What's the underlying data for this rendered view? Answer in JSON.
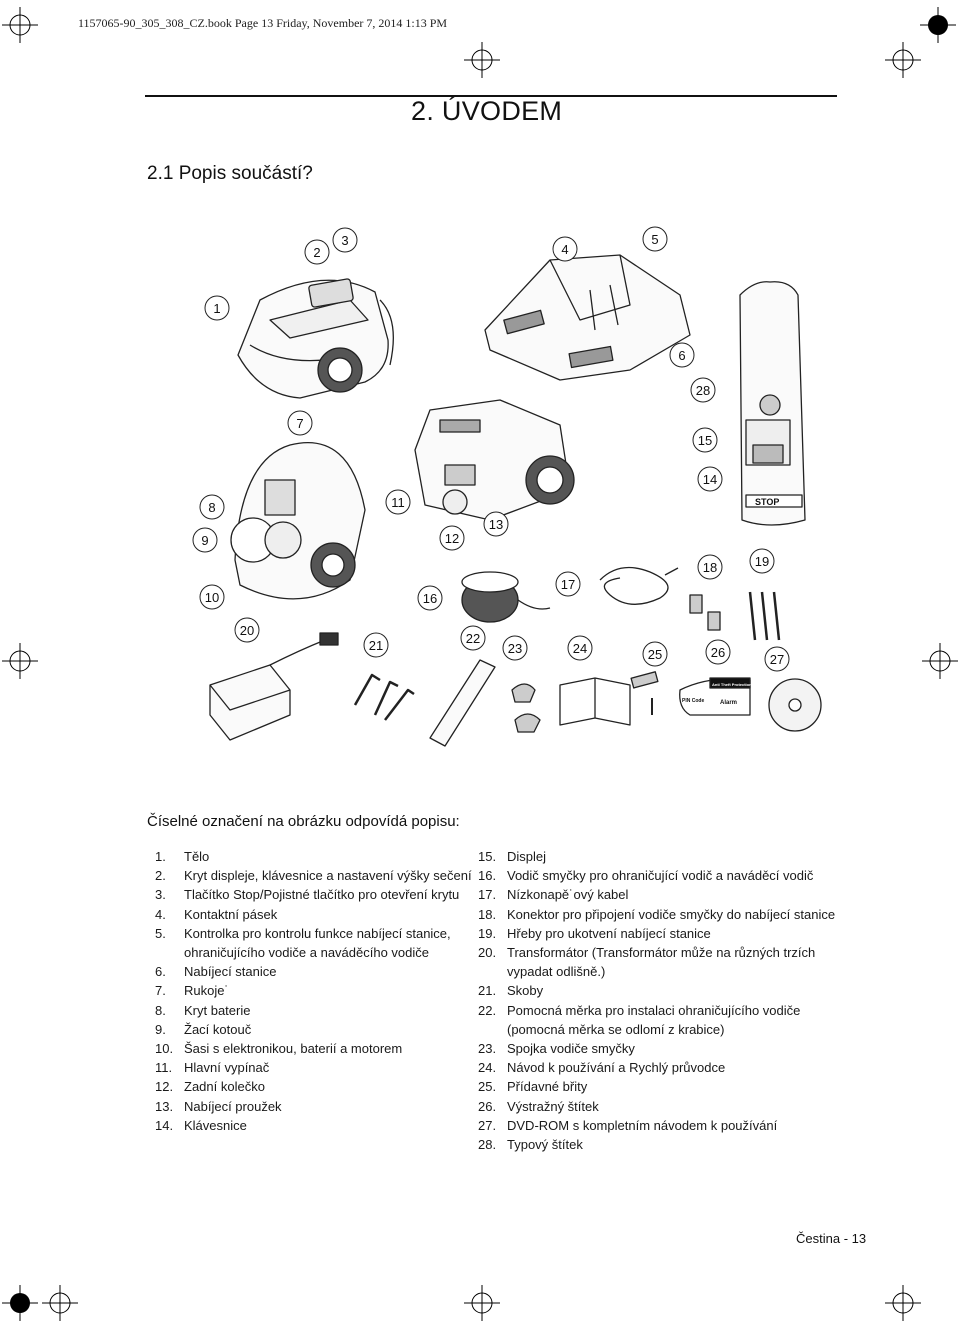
{
  "header": {
    "book_line": "1157065-90_305_308_CZ.book  Page 13  Friday, November 7, 2014  1:13 PM"
  },
  "chapter_title": "2. ÚVODEM",
  "section_title": "2.1 Popis součástí?",
  "figure": {
    "callouts": [
      "1",
      "2",
      "3",
      "4",
      "5",
      "6",
      "7",
      "8",
      "9",
      "10",
      "11",
      "12",
      "13",
      "14",
      "15",
      "16",
      "17",
      "18",
      "19",
      "20",
      "21",
      "22",
      "23",
      "24",
      "25",
      "26",
      "27",
      "28"
    ],
    "decal_stop": "STOP",
    "decal_pin": "PIN Code",
    "decal_antitheft": "Anti Theft Protection",
    "decal_alarm": "Alarm"
  },
  "caption": "Číselné označení na obrázku odpovídá popisu:",
  "parts_left": [
    {
      "num": "1.",
      "text": "Tělo"
    },
    {
      "num": "2.",
      "text": "Kryt displeje, klávesnice a nastavení výšky sečení"
    },
    {
      "num": "3.",
      "text": "Tlačítko Stop/Pojistné tlačítko pro otevření krytu"
    },
    {
      "num": "4.",
      "text": "Kontaktní pásek"
    },
    {
      "num": "5.",
      "text": "Kontrolka pro kontrolu funkce nabíjecí stanice, ohraničujícího vodiče a naváděcího vodiče"
    },
    {
      "num": "6.",
      "text": "Nabíjecí stanice"
    },
    {
      "num": "7.",
      "text": "Rukoje˙"
    },
    {
      "num": "8.",
      "text": "Kryt baterie"
    },
    {
      "num": "9.",
      "text": "Žací kotouč"
    },
    {
      "num": "10.",
      "text": "Šasi s elektronikou, baterií a motorem"
    },
    {
      "num": "11.",
      "text": "Hlavní vypínač"
    },
    {
      "num": "12.",
      "text": "Zadní kolečko"
    },
    {
      "num": "13.",
      "text": "Nabíjecí proužek"
    },
    {
      "num": "14.",
      "text": "Klávesnice"
    }
  ],
  "parts_right": [
    {
      "num": "15.",
      "text": "Displej"
    },
    {
      "num": "16.",
      "text": "Vodič smyčky pro ohraničující vodič a naváděcí vodič"
    },
    {
      "num": "17.",
      "text": "Nízkonapě˙ový kabel"
    },
    {
      "num": "18.",
      "text": "Konektor pro připojení vodiče smyčky do nabíjecí stanice"
    },
    {
      "num": "19.",
      "text": "Hřeby pro ukotvení nabíjecí stanice"
    },
    {
      "num": "20.",
      "text": "Transformátor (Transformátor může na různých trzích vypadat odlišně.)"
    },
    {
      "num": "21.",
      "text": "Skoby"
    },
    {
      "num": "22.",
      "text": "Pomocná měrka pro instalaci ohraničujícího vodiče (pomocná měrka se odlomí z krabice)"
    },
    {
      "num": "23.",
      "text": "Spojka vodiče smyčky"
    },
    {
      "num": "24.",
      "text": "Návod k používání a Rychlý průvodce"
    },
    {
      "num": "25.",
      "text": "Přídavné břity"
    },
    {
      "num": "26.",
      "text": "Výstražný štítek"
    },
    {
      "num": "27.",
      "text": "DVD-ROM s kompletním návodem k používání"
    },
    {
      "num": "28.",
      "text": "Typový štítek"
    }
  ],
  "footer": "Čestina - 13"
}
